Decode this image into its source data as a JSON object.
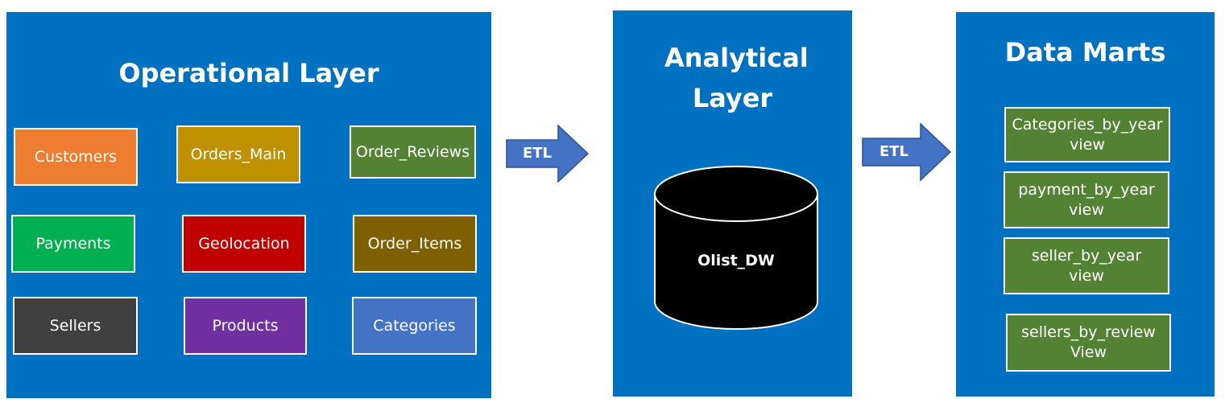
{
  "colors": {
    "panel": "#0070c0",
    "arrow": "#4472c4",
    "orange": "#ed7d31",
    "gold": "#bf9000",
    "olive_green": "#548235",
    "green": "#00b050",
    "red": "#c00000",
    "brown": "#7f6000",
    "dark_gray": "#404040",
    "purple": "#7030a0",
    "steel_blue": "#4472c4",
    "database": "#000000"
  },
  "operational": {
    "title": "Operational Layer",
    "tables": [
      {
        "label": "Customers",
        "color": "orange"
      },
      {
        "label": "Orders_Main",
        "color": "gold"
      },
      {
        "label": "Order_Reviews",
        "color": "olive_green"
      },
      {
        "label": "Payments",
        "color": "green"
      },
      {
        "label": "Geolocation",
        "color": "red"
      },
      {
        "label": "Order_Items",
        "color": "brown"
      },
      {
        "label": "Sellers",
        "color": "dark_gray"
      },
      {
        "label": "Products",
        "color": "purple"
      },
      {
        "label": "Categories",
        "color": "steel_blue"
      }
    ]
  },
  "arrows": [
    {
      "label": "ETL"
    },
    {
      "label": "ETL"
    }
  ],
  "analytical": {
    "title": "Analytical Layer",
    "database": {
      "label": "Olist_DW",
      "icon": "database-cylinder-icon"
    }
  },
  "marts": {
    "title": "Data Marts",
    "views": [
      {
        "label": "Categories_by_year view",
        "color": "olive_green"
      },
      {
        "label": "payment_by_year view",
        "color": "olive_green"
      },
      {
        "label": "seller_by_year view",
        "color": "olive_green"
      },
      {
        "label": "sellers_by_review View",
        "color": "olive_green"
      }
    ]
  }
}
